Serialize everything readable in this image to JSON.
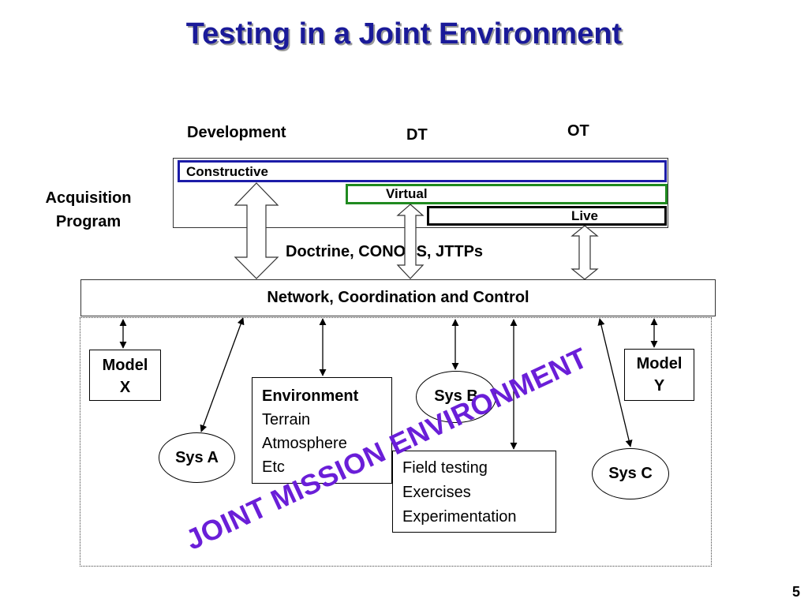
{
  "title": "Testing in a Joint Environment",
  "phases": {
    "development": "Development",
    "dt": "DT",
    "ot": "OT"
  },
  "acquisition": {
    "line1": "Acquisition",
    "line2": "Program"
  },
  "bars": {
    "constructive": "Constructive",
    "virtual": "Virtual",
    "live": "Live"
  },
  "doctrine": "Doctrine, CONOPS, JTTPs",
  "network": "Network, Coordination and Control",
  "model_x": {
    "line1": "Model",
    "line2": "X"
  },
  "model_y": {
    "line1": "Model",
    "line2": "Y"
  },
  "environment": {
    "heading": "Environment",
    "items": [
      "Terrain",
      "Atmosphere",
      "Etc"
    ]
  },
  "field": {
    "items": [
      "Field testing",
      "Exercises",
      "Experimentation"
    ]
  },
  "systems": {
    "a": "Sys A",
    "b": "Sys B",
    "c": "Sys C"
  },
  "watermark": "JOINT MISSION ENVIRONMENT",
  "page_number": "5",
  "colors": {
    "title": "#1a1a99",
    "constructive": "#1c1ca8",
    "virtual": "#208a20",
    "live": "#000000",
    "watermark": "#6a1ed8"
  }
}
